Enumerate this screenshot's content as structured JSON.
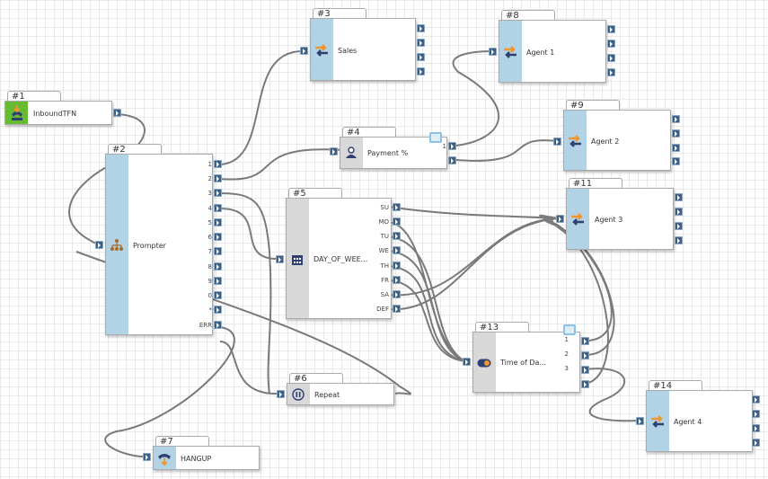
{
  "nodes": {
    "n1": {
      "id": "#1",
      "title": "InboundTFN"
    },
    "n2": {
      "id": "#2",
      "title": "Prompter",
      "outputs": [
        "1",
        "2",
        "3",
        "4",
        "5",
        "6",
        "7",
        "8",
        "9",
        "0",
        "*",
        "ERR"
      ]
    },
    "n3": {
      "id": "#3",
      "title": "Sales"
    },
    "n4": {
      "id": "#4",
      "title": "Payment %",
      "outputs": [
        "1",
        ""
      ]
    },
    "n5": {
      "id": "#5",
      "title": "DAY_OF_WEE...",
      "outputs": [
        "SU",
        "MO",
        "TU",
        "WE",
        "TH",
        "FR",
        "SA",
        "DEF"
      ]
    },
    "n6": {
      "id": "#6",
      "title": "Repeat"
    },
    "n7": {
      "id": "#7",
      "title": "HANGUP"
    },
    "n8": {
      "id": "#8",
      "title": "Agent 1"
    },
    "n9": {
      "id": "#9",
      "title": "Agent 2"
    },
    "n11": {
      "id": "#11",
      "title": "Agent 3"
    },
    "n13": {
      "id": "#13",
      "title": "Time of Da...",
      "outputs": [
        "1",
        "2",
        "3",
        ""
      ]
    },
    "n14": {
      "id": "#14",
      "title": "Agent 4"
    }
  },
  "icons": {
    "n1": "inbound-call-icon",
    "n2": "menu-tree-icon",
    "n3": "transfer-icon",
    "n4": "person-icon",
    "n5": "calendar-icon",
    "n6": "pause-icon",
    "n7": "hangup-phone-icon",
    "n8": "transfer-icon",
    "n9": "transfer-icon",
    "n11": "transfer-icon",
    "n13": "toggle-icon",
    "n14": "transfer-icon"
  },
  "colors": {
    "strip_blue": "#b2d3e6",
    "strip_gray": "#d8d8d8",
    "strip_green": "#66bb33",
    "port": "#3d5f82",
    "wire": "#7a7a7a",
    "arrow_orange": "#f0962f",
    "arrow_navy": "#2f3f6f"
  }
}
